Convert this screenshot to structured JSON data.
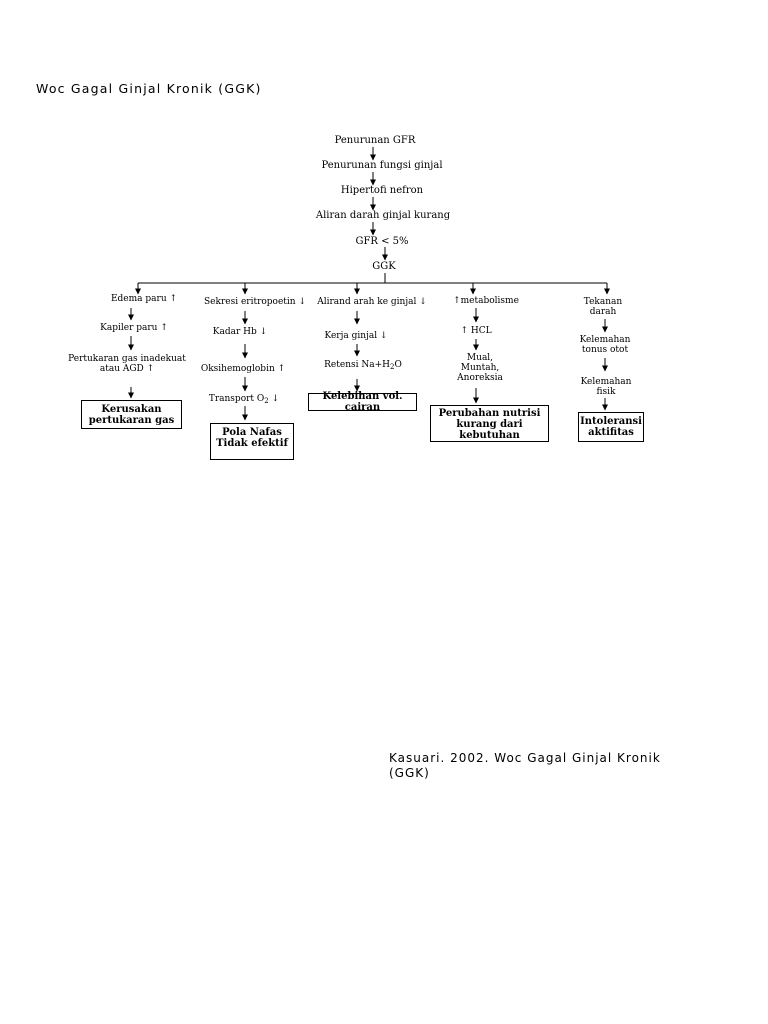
{
  "title": "Woc Gagal Ginjal Kronik (GGK)",
  "citation": "Kasuari. 2002. Woc Gagal Ginjal Kronik (GGK)",
  "main_chain": [
    "Penurunan GFR",
    "Penurunan fungsi ginjal",
    "Hipertofi nefron",
    "Aliran darah ginjal kurang",
    "GFR < 5%",
    "GGK"
  ],
  "branches": {
    "edema": {
      "items": [
        "Edema paru ↑",
        "Kapiler paru ↑",
        "Pertukaran gas inadekuat",
        "atau AGD ↑"
      ],
      "outcome": [
        "Kerusakan",
        "pertukaran gas"
      ]
    },
    "eritropoetin": {
      "items": [
        "Sekresi eritropoetin ↓",
        "Kadar Hb ↓",
        "Oksihemoglobin ↑",
        "Transport O",
        "2",
        " ↓"
      ],
      "outcome": [
        "Pola Nafas",
        "Tidak efektif"
      ]
    },
    "aliran": {
      "items": [
        "Alirand arah ke ginjal ↓",
        "Kerja ginjal ↓",
        "Retensi Na+H",
        "2",
        "O"
      ],
      "outcome": [
        "Kelebihan vol. cairan"
      ]
    },
    "metabolisme": {
      "items": [
        "↑metabolisme",
        "↑ HCL",
        "Mual,",
        "Muntah,",
        "Anoreksia"
      ],
      "outcome": [
        "Perubahan nutrisi",
        "kurang dari kebutuhan"
      ]
    },
    "tekanan": {
      "items": [
        "Tekanan",
        "darah",
        "Kelemahan",
        "tonus otot",
        "Kelemahan",
        "fisik"
      ],
      "outcome": [
        "Intoleransi",
        "aktifitas"
      ]
    }
  }
}
